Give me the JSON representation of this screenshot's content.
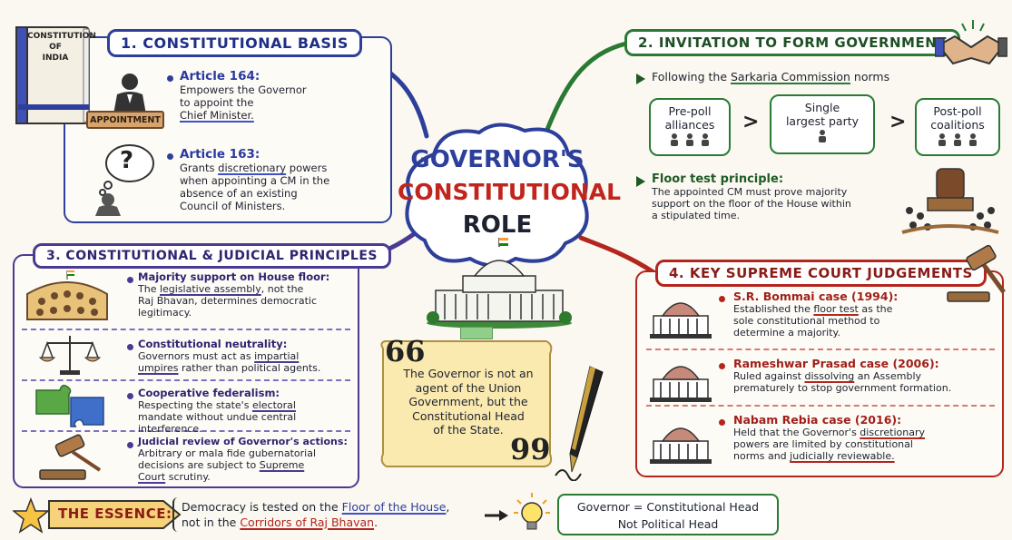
{
  "center": {
    "line1": "GOVERNOR'S",
    "line2": "CONSTITUTIONAL",
    "line3": "ROLE",
    "color_blue": "#2d3f9a",
    "color_red": "#c0261d"
  },
  "book": {
    "line1": "CONSTITUTION",
    "line2": "OF",
    "line3": "INDIA"
  },
  "section1": {
    "title": "1. CONSTITUTIONAL BASIS",
    "appointment_label": "APPOINTMENT",
    "a164_title": "Article 164:",
    "a164_l1": "Empowers the Governor",
    "a164_l2": "to appoint the",
    "a164_l3": "Chief Minister.",
    "a163_title": "Article 163:",
    "a163_l1a": "Grants ",
    "a163_l1b": "discretionary",
    "a163_l1c": " powers",
    "a163_l2": "when appointing a CM in the",
    "a163_l3": "absence of an existing",
    "a163_l4": "Council of Ministers.",
    "thought_mark": "?"
  },
  "section2": {
    "title": "2. INVITATION TO FORM GOVERNMENT",
    "following_a": "Following the ",
    "following_b": "Sarkaria Commission",
    "following_c": " norms",
    "stage1_l1": "Pre-poll",
    "stage1_l2": "alliances",
    "stage2_l1": "Single",
    "stage2_l2": "largest party",
    "stage3_l1": "Post-poll",
    "stage3_l2": "coalitions",
    "chevron": ">",
    "floor_title": "Floor test principle:",
    "floor_l1": "The appointed CM must prove majority",
    "floor_l2": "support on the floor of the House within",
    "floor_l3": "a stipulated time."
  },
  "section3": {
    "title": "3. CONSTITUTIONAL & JUDICIAL PRINCIPLES",
    "p1_title": "Majority support on House floor:",
    "p1_l1a": "The ",
    "p1_l1b": "legislative assembly",
    "p1_l1c": ", not the",
    "p1_l2": "Raj Bhavan, determines democratic",
    "p1_l3": "legitimacy.",
    "p2_title": "Constitutional neutrality:",
    "p2_l1a": "Governors must act as ",
    "p2_l1b": "impartial",
    "p2_l2a": "umpires",
    "p2_l2b": " rather than political agents.",
    "p3_title": "Cooperative federalism:",
    "p3_l1a": "Respecting the state's ",
    "p3_l1b": "electoral",
    "p3_l2": "mandate without undue central",
    "p3_l3": "interference.",
    "p4_title": "Judicial review of Governor's actions:",
    "p4_l1": "Arbitrary or mala fide gubernatorial",
    "p4_l2a": "decisions are subject to ",
    "p4_l2b": "Supreme",
    "p4_l3a": "Court",
    "p4_l3b": " scrutiny."
  },
  "section4": {
    "title": "4. KEY SUPREME COURT JUDGEMENTS",
    "c1_title": "S.R. Bommai case (1994):",
    "c1_l1a": "Established the ",
    "c1_l1b": "floor test",
    "c1_l1c": " as the",
    "c1_l2": "sole constitutional method to",
    "c1_l3": "determine a majority.",
    "c2_title": "Rameshwar Prasad case (2006):",
    "c2_l1a": "Ruled against ",
    "c2_l1b": "dissolving",
    "c2_l1c": " an Assembly",
    "c2_l2": "prematurely to stop government formation.",
    "c3_title": "Nabam Rebia case (2016):",
    "c3_l1a": "Held that the Governor's ",
    "c3_l1b": "discretionary",
    "c3_l2": "powers are limited by constitutional",
    "c3_l3a": "norms and ",
    "c3_l3b": "judicially reviewable."
  },
  "quote": {
    "open": "66",
    "close": "99",
    "l1": "The Governor is not an",
    "l2": "agent of the Union",
    "l3": "Government, but the",
    "l4": "Constitutional Head",
    "l5": "of the State."
  },
  "essence": {
    "label": "THE ESSENCE:",
    "l1a": "Democracy is tested on the ",
    "l1b": "Floor of the House",
    "l1c": ",",
    "l2a": "not in the ",
    "l2b": "Corridors of Raj Bhavan",
    "l2c": ".",
    "result_l1": "Governor = Constitutional Head",
    "result_l2": "Not Political Head"
  },
  "icons": [
    "book-icon",
    "person-icon",
    "thinking-icon",
    "handshake-icon",
    "group-icon",
    "assembly-icon",
    "scales-icon",
    "puzzle-icon",
    "gavel-icon",
    "building-icon",
    "star-icon",
    "bulb-icon",
    "pen-icon",
    "arrow-icon"
  ]
}
